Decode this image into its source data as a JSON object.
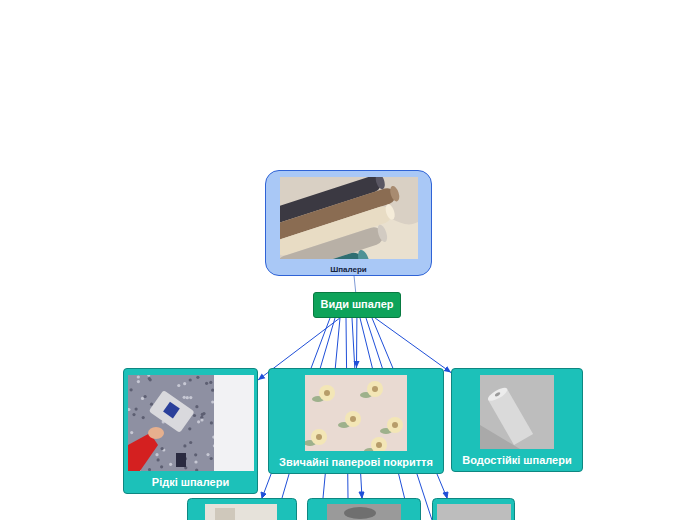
{
  "diagram": {
    "nodes": [
      {
        "text": [
          "Шпалери"
        ]
      },
      {
        "text": [
          "Види шпалер"
        ]
      },
      {
        "text": [
          "Рідкі шпалери"
        ]
      },
      {
        "text": [
          "Звичайні паперові покриття"
        ]
      },
      {
        "text": [
          "Водостійкі шпалери"
        ]
      }
    ],
    "edges": [
      {
        "from": 0,
        "to": 1,
        "arrow": "none"
      },
      {
        "from": 1,
        "to": 2,
        "arrow": "to"
      },
      {
        "from": 1,
        "to": 3,
        "arrow": "to"
      },
      {
        "from": 1,
        "to": 4,
        "arrow": "to"
      }
    ]
  }
}
